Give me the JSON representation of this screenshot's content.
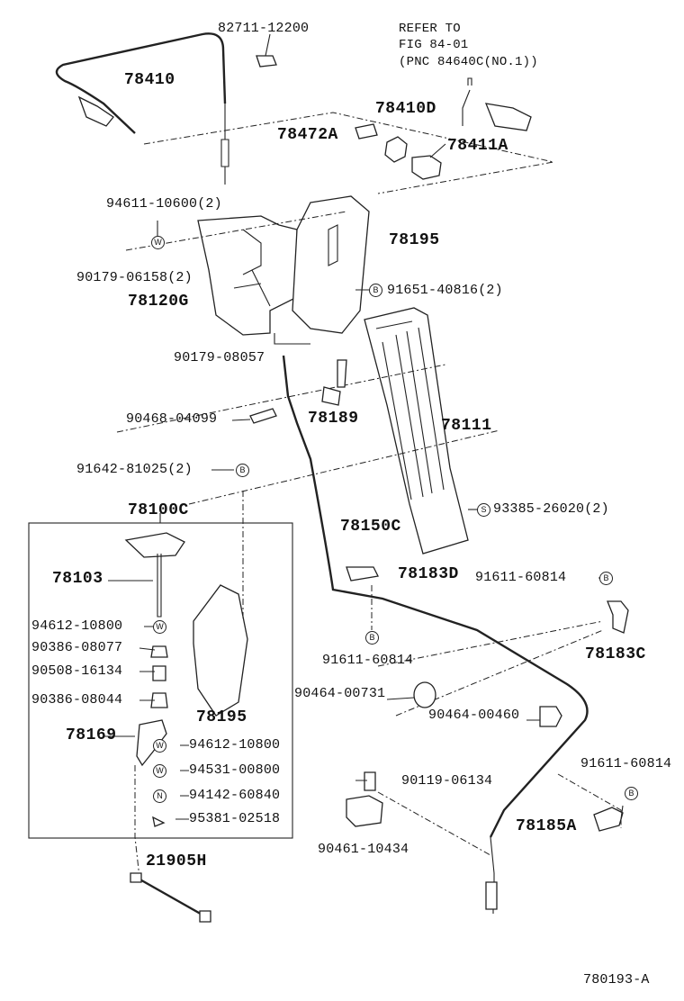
{
  "diagram_id": "780193-A",
  "reference_note": [
    "REFER TO",
    "FIG 84-01",
    "(PNC 84640C(NO.1))"
  ],
  "labels": {
    "p82711": "82711-12200",
    "p78410": "78410",
    "p78410D": "78410D",
    "p78472A": "78472A",
    "p78411A": "78411A",
    "p94611": "94611-10600(2)",
    "p78195a": "78195",
    "p90179a": "90179-06158(2)",
    "p78120G": "78120G",
    "p91651": "91651-40816(2)",
    "p90179b": "90179-08057",
    "p90468": "90468-04099",
    "p78189": "78189",
    "p78111": "78111",
    "p91642": "91642-81025(2)",
    "p78100C": "78100C",
    "p78150C": "78150C",
    "p93385": "93385-26020(2)",
    "p78103": "78103",
    "p78183D": "78183D",
    "p91611a": "91611-60814",
    "p94612a": "94612-10800",
    "p90386a": "90386-08077",
    "p90508": "90508-16134",
    "p90386b": "90386-08044",
    "p78195b": "78195",
    "p91611b": "91611-60814",
    "p78183C": "78183C",
    "p90464a": "90464-00731",
    "p90464b": "90464-00460",
    "p78169": "78169",
    "p94612b": "94612-10800",
    "p94531": "94531-00800",
    "p94142": "94142-60840",
    "p95381": "95381-02518",
    "p90119": "90119-06134",
    "p91611c": "91611-60814",
    "p78185A": "78185A",
    "p90461": "90461-10434",
    "p21905H": "21905H"
  },
  "symbols": {
    "w": "W",
    "b": "B",
    "s": "S",
    "n": "N"
  }
}
